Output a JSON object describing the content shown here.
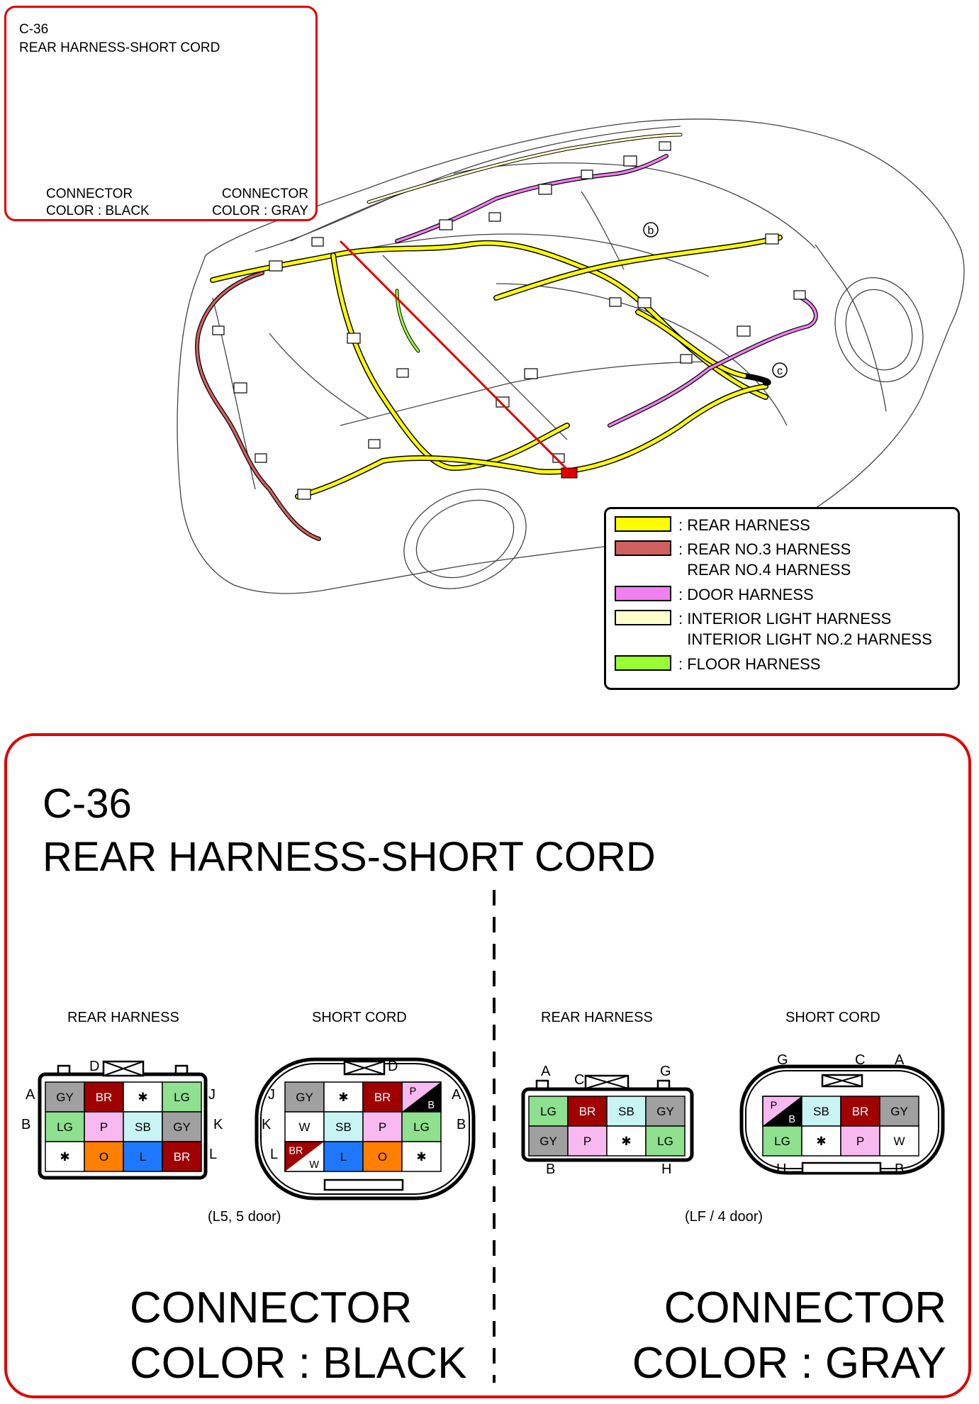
{
  "inset": {
    "connector_id": "C-36",
    "title": "REAR HARNESS-SHORT CORD",
    "left_connector_label": "CONNECTOR\nCOLOR : BLACK",
    "right_connector_label": "CONNECTOR\nCOLOR : GRAY"
  },
  "vehicle": {
    "callout_b": "b",
    "callout_c": "c"
  },
  "legend": [
    {
      "text": ": REAR HARNESS",
      "color": "#ffff00"
    },
    {
      "text": ": REAR NO.3 HARNESS\n  REAR NO.4 HARNESS",
      "color": "#d06060"
    },
    {
      "text": ": DOOR HARNESS",
      "color": "#f080f0"
    },
    {
      "text": ": INTERIOR LIGHT HARNESS\n  INTERIOR LIGHT NO.2 HARNESS",
      "color": "#ffffcc"
    },
    {
      "text": ": FLOOR HARNESS",
      "color": "#99ff33"
    }
  ],
  "detail": {
    "connector_id": "C-36",
    "title": "REAR HARNESS-SHORT CORD",
    "left_connector_label": "CONNECTOR\nCOLOR : BLACK",
    "right_connector_label": "CONNECTOR\nCOLOR : GRAY",
    "left_note": "(L5, 5 door)",
    "right_note": "(LF / 4 door)",
    "rear_harness_label": "REAR HARNESS",
    "short_cord_label": "SHORT CORD",
    "pins": {
      "left_rear": {
        "D": "D",
        "A": "A",
        "B": "B",
        "J": "J",
        "K": "K",
        "L": "L"
      },
      "left_short": {
        "D": "D",
        "J": "J",
        "K": "K",
        "L": "L",
        "A": "A",
        "B": "B"
      },
      "right_rear": {
        "A": "A",
        "C": "C",
        "G": "G",
        "B": "B",
        "H": "H"
      },
      "right_short": {
        "G": "G",
        "C": "C",
        "A": "A",
        "H": "H",
        "B": "B"
      }
    },
    "grids": {
      "left_rear": [
        [
          {
            "t": "GY",
            "c": "#a0a0a0"
          },
          {
            "t": "BR",
            "c": "#a00000",
            "w": 1
          },
          {
            "t": "✱",
            "c": "#ffffff"
          },
          {
            "t": "LG",
            "c": "#8fe08f"
          }
        ],
        [
          {
            "t": "LG",
            "c": "#8fe08f"
          },
          {
            "t": "P",
            "c": "#f8b8f0"
          },
          {
            "t": "SB",
            "c": "#c8f4f4"
          },
          {
            "t": "GY",
            "c": "#a0a0a0"
          }
        ],
        [
          {
            "t": "✱",
            "c": "#ffffff"
          },
          {
            "t": "O",
            "c": "#ff8000"
          },
          {
            "t": "L",
            "c": "#1e78ff"
          },
          {
            "t": "BR",
            "c": "#a00000",
            "w": 1
          }
        ]
      ],
      "left_short": [
        [
          {
            "t": "GY",
            "c": "#a0a0a0"
          },
          {
            "t": "✱",
            "c": "#ffffff"
          },
          {
            "t": "BR",
            "c": "#a00000",
            "w": 1
          },
          {
            "t": "P/B",
            "split": [
              "#f8b8f0",
              "#000000"
            ],
            "a": "P",
            "b": "B"
          }
        ],
        [
          {
            "t": "W",
            "c": "#ffffff"
          },
          {
            "t": "SB",
            "c": "#c8f4f4"
          },
          {
            "t": "P",
            "c": "#f8b8f0"
          },
          {
            "t": "LG",
            "c": "#8fe08f"
          }
        ],
        [
          {
            "t": "BR/W",
            "split": [
              "#a00000",
              "#ffffff"
            ],
            "a": "BR",
            "b": "W"
          },
          {
            "t": "L",
            "c": "#1e78ff"
          },
          {
            "t": "O",
            "c": "#ff8000"
          },
          {
            "t": "✱",
            "c": "#ffffff"
          }
        ]
      ],
      "right_rear": [
        [
          {
            "t": "LG",
            "c": "#8fe08f"
          },
          {
            "t": "BR",
            "c": "#a00000",
            "w": 1
          },
          {
            "t": "SB",
            "c": "#c8f4f4"
          },
          {
            "t": "GY",
            "c": "#a0a0a0"
          }
        ],
        [
          {
            "t": "GY",
            "c": "#a0a0a0"
          },
          {
            "t": "P",
            "c": "#f8b8f0"
          },
          {
            "t": "✱",
            "c": "#ffffff"
          },
          {
            "t": "LG",
            "c": "#8fe08f"
          }
        ]
      ],
      "right_short": [
        [
          {
            "t": "P/B",
            "split": [
              "#f8b8f0",
              "#000000"
            ],
            "a": "P",
            "b": "B"
          },
          {
            "t": "SB",
            "c": "#c8f4f4"
          },
          {
            "t": "BR",
            "c": "#a00000",
            "w": 1
          },
          {
            "t": "GY",
            "c": "#a0a0a0"
          }
        ],
        [
          {
            "t": "LG",
            "c": "#8fe08f"
          },
          {
            "t": "✱",
            "c": "#ffffff"
          },
          {
            "t": "P",
            "c": "#f8b8f0"
          },
          {
            "t": "W",
            "c": "#ffffff"
          }
        ]
      ]
    }
  }
}
